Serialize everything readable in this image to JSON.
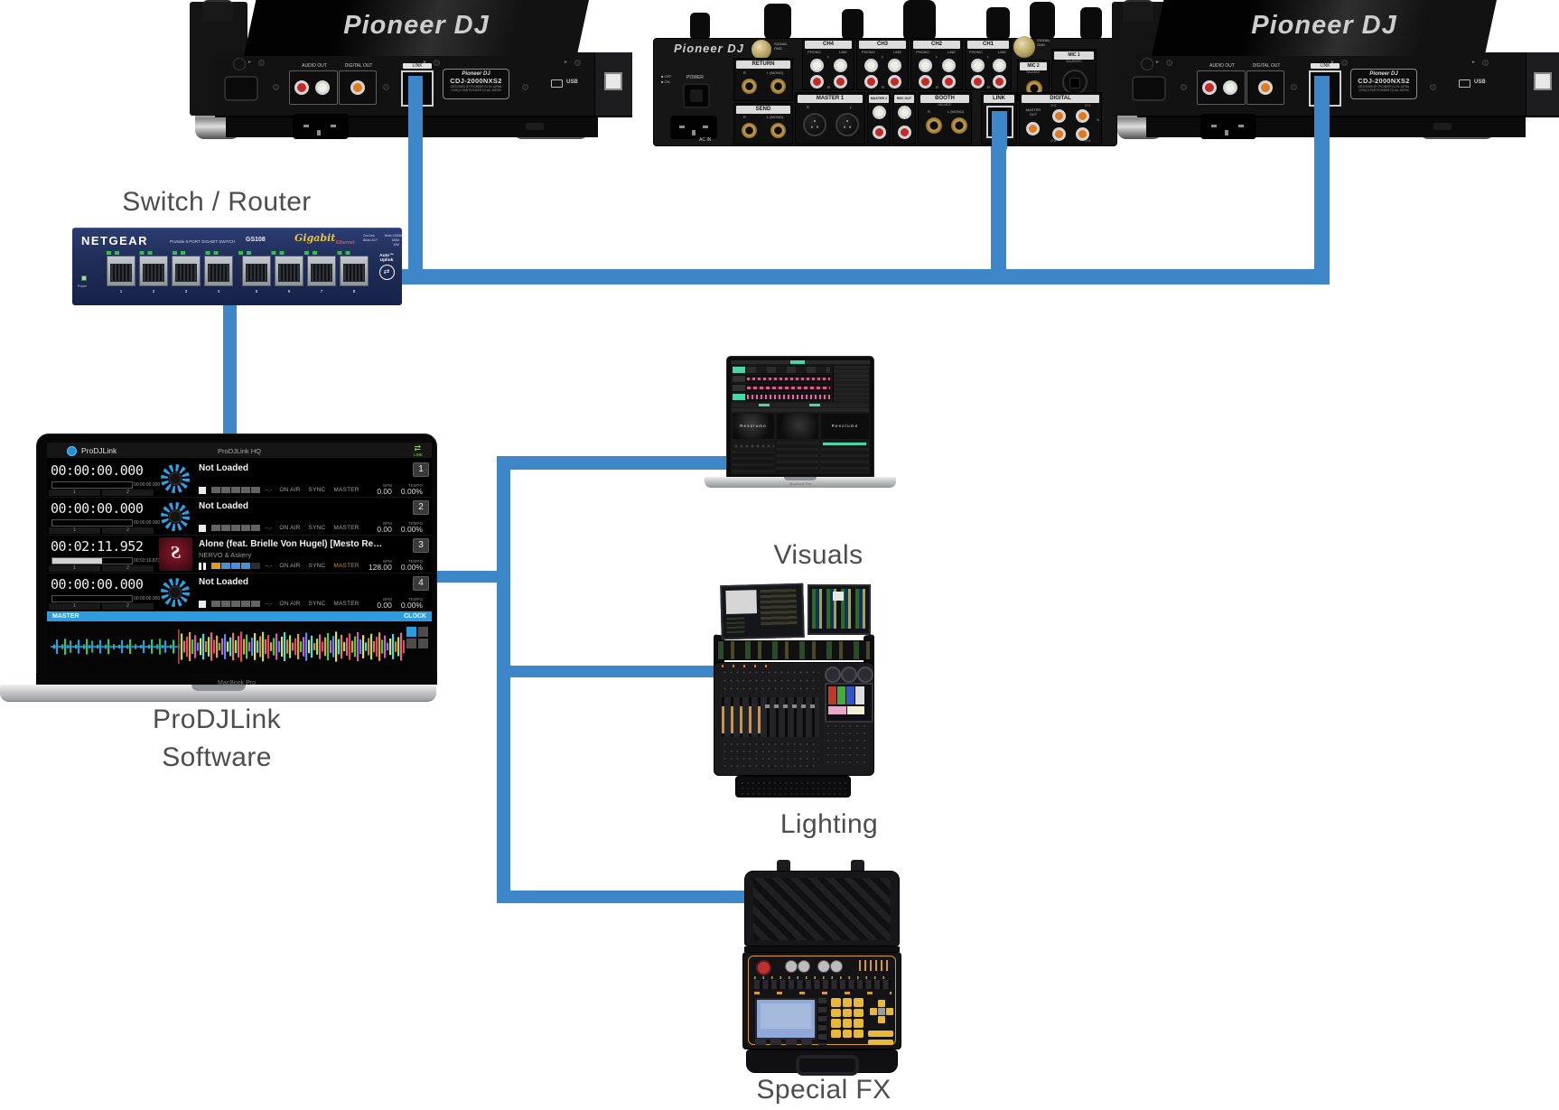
{
  "palette": {
    "link_blue": "#3d86c8",
    "label_gray": "#4d4d4d",
    "software_blue": "#2d9be0",
    "master_orange": "#c8901e",
    "netgear_navy": "#1f2c55"
  },
  "labels": {
    "switch_router": "Switch / Router",
    "software_line1": "ProDJLink",
    "software_line2": "Software",
    "visuals": "Visuals",
    "lighting": "Lighting",
    "special_fx": "Special FX"
  },
  "cdj": {
    "brand": "Pioneer DJ",
    "audio_out": "AUDIO OUT",
    "digital_out": "DIGITAL OUT",
    "link": "LINK",
    "usb": "USB",
    "plate": {
      "brand": "Pioneer DJ",
      "model": "CDJ-2000NXS2",
      "line1": "DESIGNED BY PIONEER DJ IN JAPAN",
      "line2": "CONÇU PAR PIONEER DJ AU JAPON"
    }
  },
  "mixer": {
    "brand": "Pioneer DJ",
    "signal": "SIGNAL",
    "gnd": "GND",
    "power": "POWER",
    "off": "OFF",
    "on": "ON",
    "return_label": "RETURN",
    "send": "SEND",
    "r": "R",
    "l": "L",
    "l_mono": "L (MONO)",
    "unbal": "UNBAL.",
    "ac_in": "AC IN",
    "channels": [
      "CH4",
      "CH3",
      "CH2",
      "CH1"
    ],
    "phono": "PHONO",
    "line": "LINE",
    "mic1": "MIC 1",
    "mic2": "MIC 2",
    "balance": "BALANCE",
    "balanced": "BALANCED",
    "master1": "MASTER 1",
    "master2": "MASTER 2",
    "rec_out": "REC OUT",
    "booth": "BOOTH",
    "link": "LINK",
    "digital": "DIGITAL",
    "master_out": "MASTER OUT",
    "digital_chs": [
      "CH2",
      "CH1",
      "CH4",
      "CH3"
    ],
    "in_label": "IN"
  },
  "netgear": {
    "brand": "NETGEAR",
    "series": "ProSafe 8 PORT GIGABIT SWITCH",
    "model": "GS108",
    "gigabit": "Gigabit",
    "ethernet": "Ethernet",
    "led1": "On=Link",
    "led2": "Blink=ACT",
    "led3": "Both=1000M",
    "led4": "100M",
    "led5": "10M",
    "auto": "Auto™",
    "uplink": "Uplink",
    "power": "Power",
    "ports": [
      "1",
      "2",
      "3",
      "4",
      "5",
      "6",
      "7",
      "8"
    ]
  },
  "prodjlink": {
    "app": "ProDJLink",
    "title": "ProDJLink HQ",
    "link": "LINK",
    "bpm_label": "BPM",
    "tempo_label": "TEMPO",
    "dash": "--,-",
    "on_air": "ON AIR",
    "sync": "SYNC",
    "master": "MASTER",
    "cue1": "1",
    "cue2": "2",
    "master_bar": "MASTER",
    "clock": "CLOCK",
    "device": "MacBook Pro",
    "decks": [
      {
        "number": "1",
        "time": "00:00:00.000",
        "total": "00:00:00.000",
        "track": "Not Loaded",
        "artist": "",
        "bpm": "0.00",
        "tempo": "0.00%"
      },
      {
        "number": "2",
        "time": "00:00:00.000",
        "total": "00:00:00.000",
        "track": "Not Loaded",
        "artist": "",
        "bpm": "0.00",
        "tempo": "0.00%"
      },
      {
        "number": "3",
        "time": "00:02:11.952",
        "total": "00:03:16.873",
        "track": "Alone (feat. Brielle Von Hugel) [Mesto Re…",
        "artist": "NERVO & Askery",
        "bpm": "128.00",
        "tempo": "0.00%"
      },
      {
        "number": "4",
        "time": "00:00:00.000",
        "total": "00:00:00.000",
        "track": "Not Loaded",
        "artist": "",
        "bpm": "0.00",
        "tempo": "0.00%"
      }
    ]
  },
  "visuals": {
    "app": "Resolume",
    "device": "MacBook Pro"
  }
}
